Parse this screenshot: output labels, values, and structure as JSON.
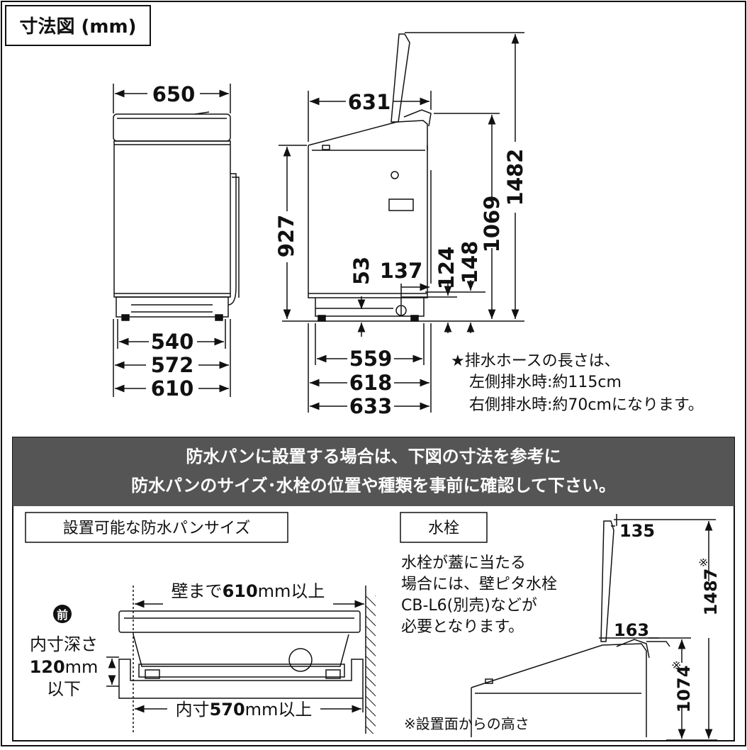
{
  "title": "寸法図 (mm)",
  "front_view": {
    "width_top": "650",
    "width_540": "540",
    "width_572": "572",
    "width_610": "610"
  },
  "side_view": {
    "depth_631": "631",
    "height_927": "927",
    "dim_53": "53",
    "dim_137": "137",
    "dim_124": "124",
    "dim_148": "148",
    "height_1069": "1069",
    "height_1482": "1482",
    "depth_559": "559",
    "depth_618": "618",
    "depth_633": "633"
  },
  "hose_note": {
    "line1": "★排水ホースの長さは、",
    "line2": "左側排水時:約115cm",
    "line3": "右側排水時:約70cmになります。"
  },
  "banner": {
    "line1": "防水パンに設置する場合は、下図の寸法を参考に",
    "line2": "防水パンのサイズ･水栓の位置や種類を事前に確認して下さい。"
  },
  "pan_section": {
    "label": "設置可能な防水パンサイズ",
    "wall_prefix": "壁まで",
    "wall_value": "610",
    "wall_suffix": "mm以上",
    "front_badge": "前",
    "depth_line1": "内寸深さ",
    "depth_value": "120",
    "depth_unit": "mm",
    "depth_line3": "以下",
    "inner_prefix": "内寸",
    "inner_value": "570",
    "inner_suffix": "mm以上"
  },
  "faucet_section": {
    "label": "水栓",
    "note_line1": "水栓が蓋に当たる",
    "note_line2": "場合には、壁ピタ水栓",
    "note_line3": "CB-L6(別売)などが",
    "note_line4": "必要となります。",
    "dim_135": "135",
    "dim_163": "163",
    "dim_1487": "1487",
    "dim_1487_mark": "※",
    "dim_1074": "1074",
    "dim_1074_mark": "※",
    "footnote": "※設置面からの高さ"
  }
}
